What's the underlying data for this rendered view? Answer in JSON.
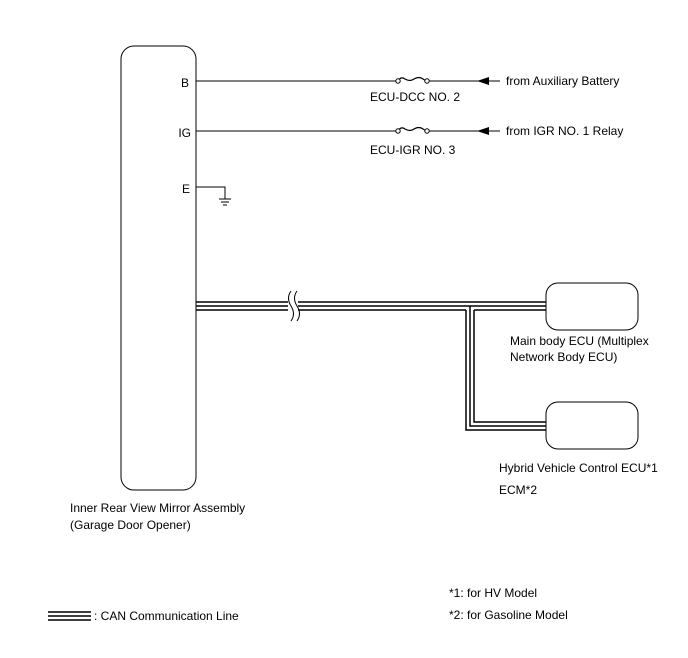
{
  "mirror": {
    "name_line1": "Inner Rear View Mirror Assembly",
    "name_line2": "(Garage Door Opener)",
    "pins": {
      "b": "B",
      "ig": "IG",
      "e": "E"
    }
  },
  "fuses": {
    "ecu_dcc": "ECU-DCC NO. 2",
    "ecu_igr": "ECU-IGR NO. 3"
  },
  "sources": {
    "aux_battery": "from Auxiliary Battery",
    "igr_relay": "from IGR NO. 1 Relay"
  },
  "main_body_ecu": {
    "line1": "Main body ECU (Multiplex",
    "line2": "Network Body ECU)"
  },
  "second_ecu": {
    "line1": "Hybrid Vehicle Control ECU*1",
    "line2": "ECM*2"
  },
  "notes": {
    "hv": "*1: for HV Model",
    "gasoline": "*2: for Gasoline Model"
  },
  "legend": {
    "can_line": ": CAN Communication Line"
  }
}
